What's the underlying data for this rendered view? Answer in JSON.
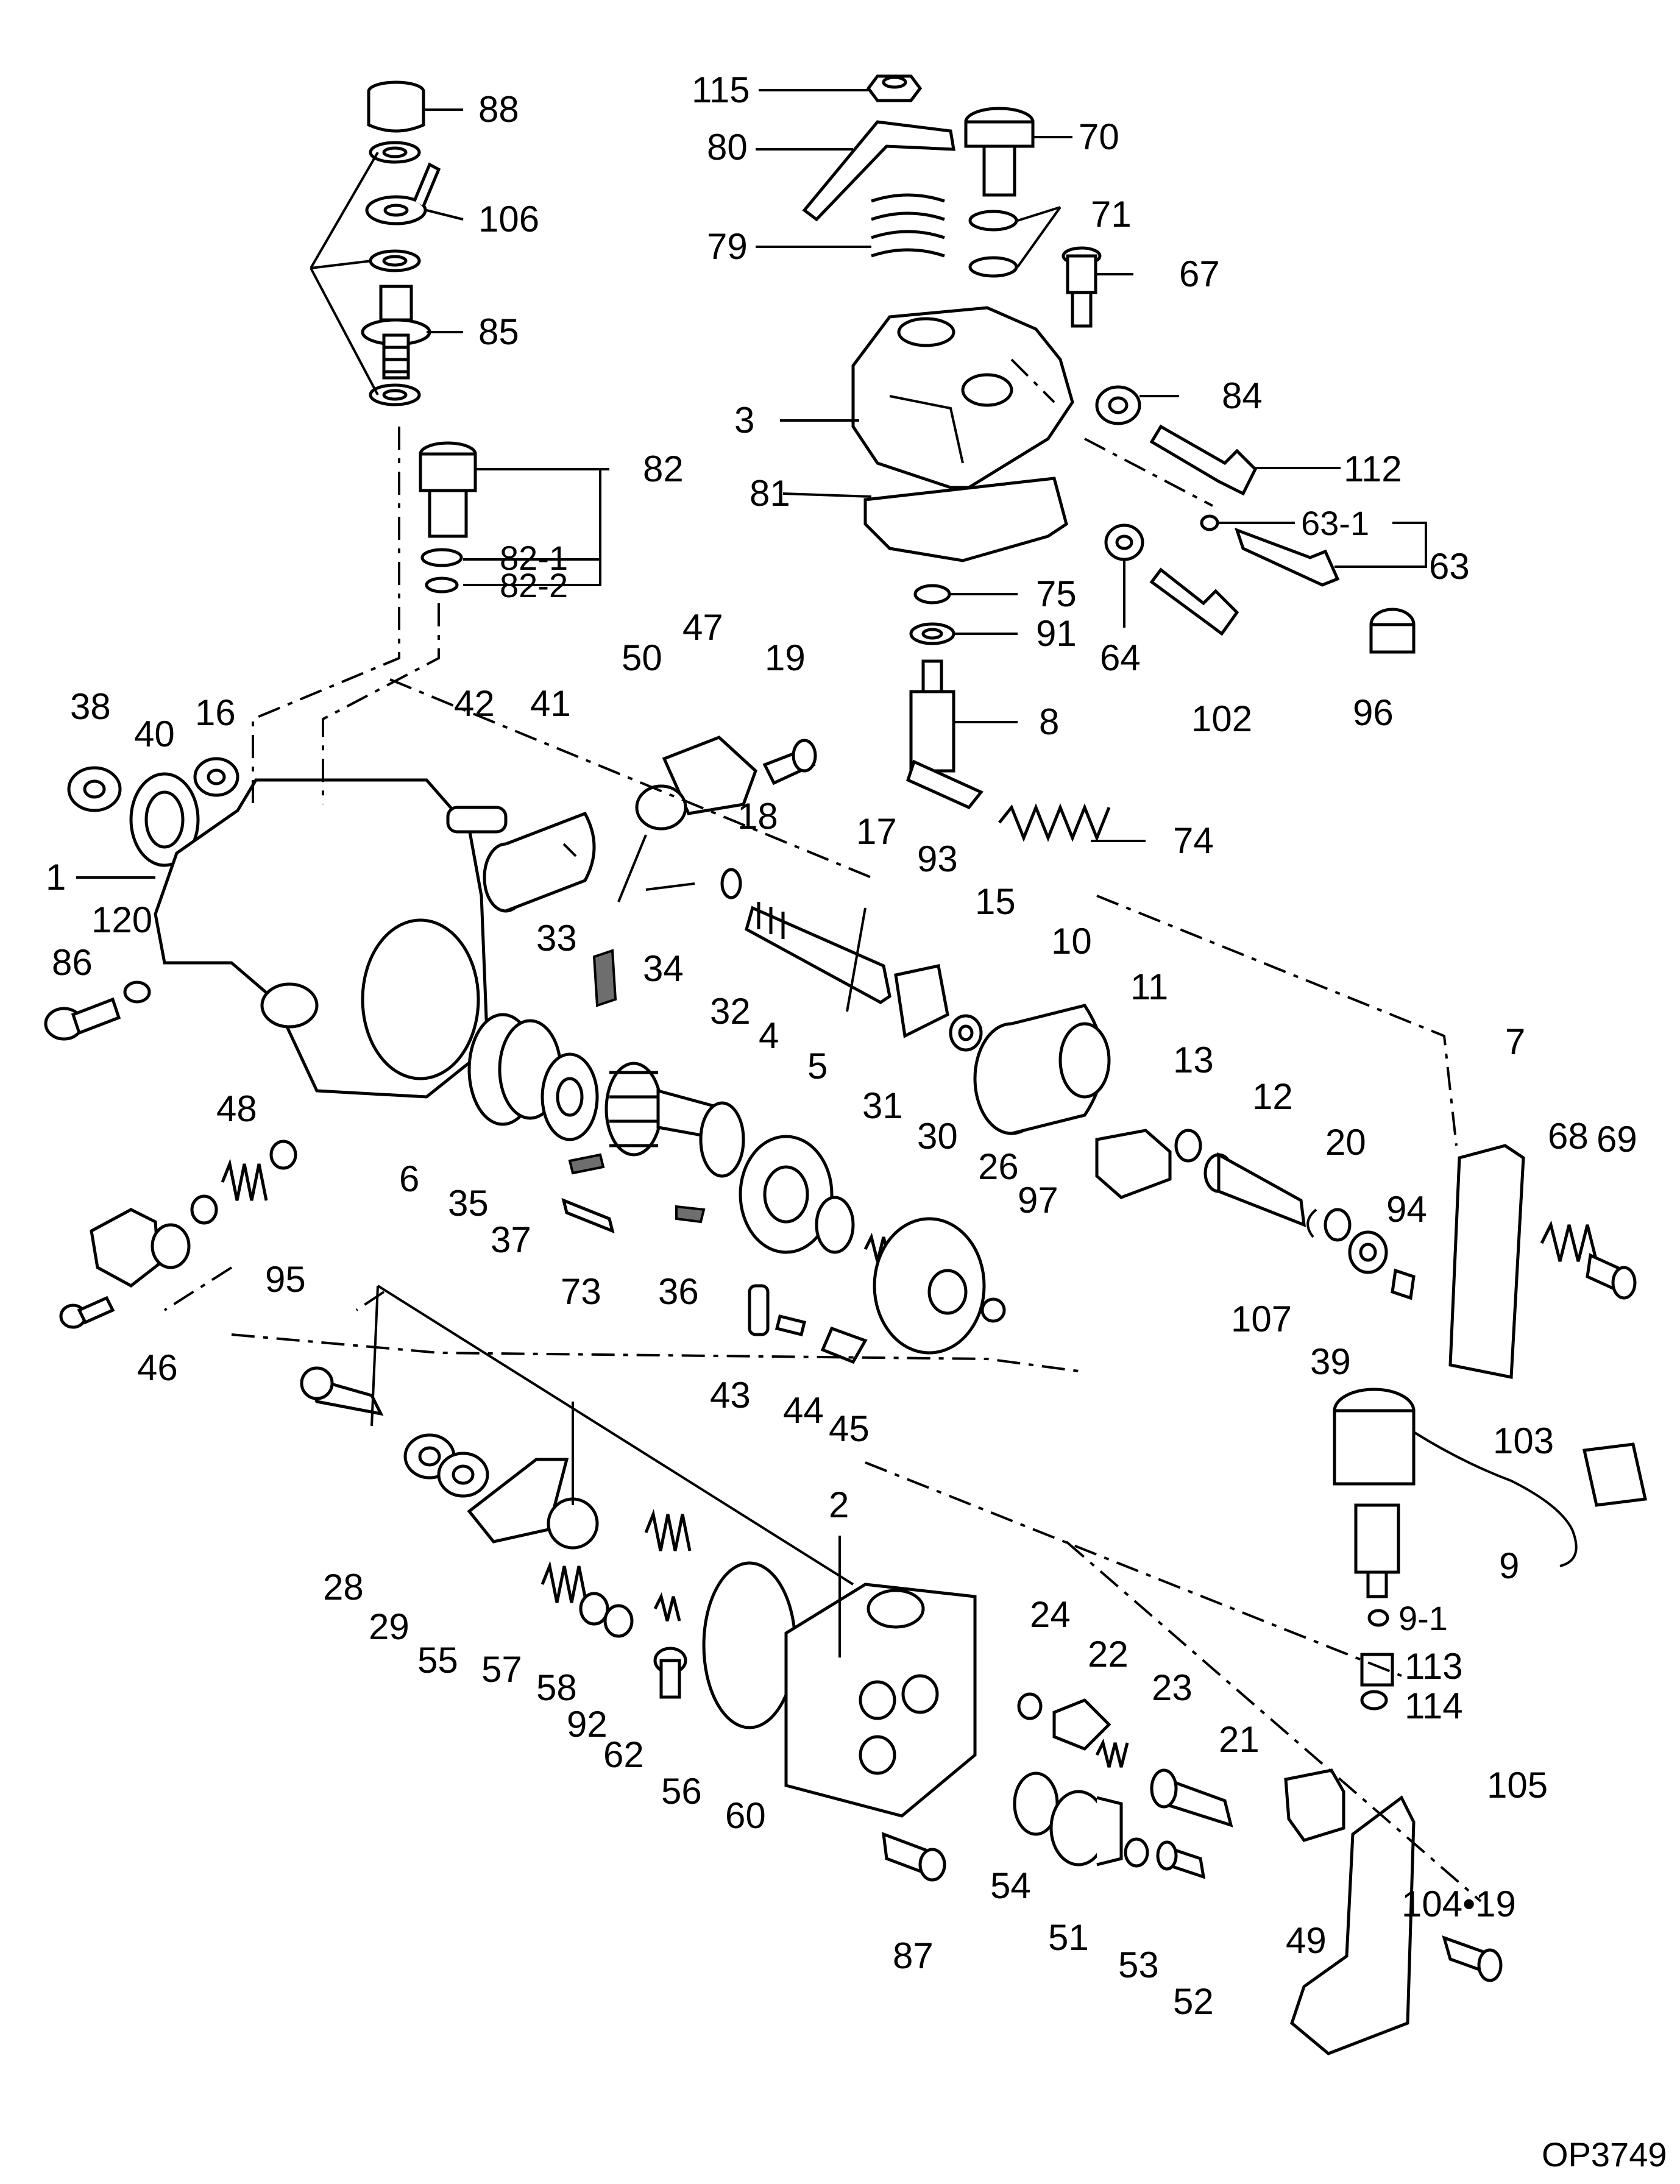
{
  "diagram": {
    "reference_code": "OP3749",
    "callouts": [
      "115",
      "80",
      "70",
      "71",
      "79",
      "67",
      "3",
      "84",
      "112",
      "81",
      "63-1",
      "63",
      "75",
      "91",
      "64",
      "102",
      "96",
      "8",
      "74",
      "88",
      "106",
      "85",
      "82",
      "82-1",
      "82-2",
      "38",
      "40",
      "16",
      "42",
      "41",
      "47",
      "50",
      "19",
      "18",
      "17",
      "93",
      "15",
      "10",
      "11",
      "1",
      "120",
      "86",
      "33",
      "34",
      "32",
      "4",
      "5",
      "31",
      "30",
      "26",
      "13",
      "12",
      "20",
      "7",
      "68",
      "69",
      "48",
      "95",
      "46",
      "6",
      "35",
      "37",
      "73",
      "36",
      "97",
      "107",
      "94",
      "39",
      "43",
      "44",
      "45",
      "103",
      "9",
      "9-1",
      "113",
      "114",
      "28",
      "29",
      "55",
      "2",
      "24",
      "22",
      "23",
      "21",
      "57",
      "58",
      "92",
      "62",
      "56",
      "60",
      "54",
      "51",
      "53",
      "52",
      "87",
      "49",
      "105",
      "104•19"
    ]
  }
}
